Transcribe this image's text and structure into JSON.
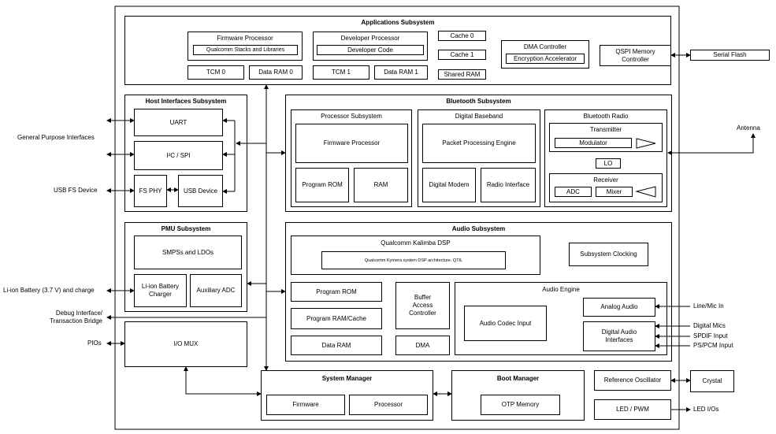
{
  "apps": {
    "title": "Applications Subsystem",
    "firmware_processor": "Firmware Processor",
    "qualcomm_stacks": "Qualcomm Stacks and Libraries",
    "developer_processor": "Developer Processor",
    "developer_code": "Developer Code",
    "cache0": "Cache 0",
    "cache1": "Cache 1",
    "shared_ram": "Shared RAM",
    "dma_controller": "DMA Controller",
    "encryption_accelerator": "Encryption Accelerator",
    "qspi": "QSPI Memory Controller",
    "tcm0": "TCM 0",
    "data_ram0": "Data RAM 0",
    "tcm1": "TCM 1",
    "data_ram1": "Data RAM 1"
  },
  "host": {
    "title": "Host Interfaces Subsystem",
    "uart": "UART",
    "i2c_spi": "I²C / SPI",
    "fs_phy": "FS PHY",
    "usb_device": "USB Device"
  },
  "bt": {
    "title": "Bluetooth Subsystem",
    "proc_title": "Processor Subsystem",
    "firmware_processor": "Firmware Processor",
    "program_rom": "Program ROM",
    "ram": "RAM",
    "dbb_title": "Digital Baseband",
    "packet_engine": "Packet Processing Engine",
    "digital_modem": "Digital Modem",
    "radio_interface": "Radio Interface",
    "radio_title": "Bluetooth Radio",
    "transmitter": "Transmitter",
    "modulator": "Modulator",
    "lo": "LO",
    "receiver": "Receiver",
    "adc": "ADC",
    "mixer": "Mixer"
  },
  "pmu": {
    "title": "PMU Subsystem",
    "smps": "SMPSs and LDOs",
    "charger": "Li-ion Battery Charger",
    "aux_adc": "Auxiliary ADC"
  },
  "iomux": "I/O MUX",
  "audio": {
    "title": "Audio Subsystem",
    "kalimba": "Qualcomm Kalimba DSP",
    "kymera": "Qualcomm Kymera system DSP architecture. QTIL",
    "clocking": "Subsystem Clocking",
    "program_rom": "Program ROM",
    "program_ram": "Program RAM/Cache",
    "data_ram": "Data RAM",
    "buffer": "Buffer Access Controller",
    "dma": "DMA",
    "engine": "Audio Engine",
    "codec": "Audio Codec Input",
    "analog_audio": "Analog Audio",
    "digital_audio": "Digital Audio Interfaces"
  },
  "sysman": {
    "title": "System Manager",
    "firmware": "Firmware",
    "processor": "Processor"
  },
  "bootman": {
    "title": "Boot Manager",
    "otp": "OTP Memory"
  },
  "ref_osc": "Reference Oscillator",
  "led_pwm": "LED / PWM",
  "external": {
    "gpi": "General Purpose Interfaces",
    "usb_fs": "USB FS Device",
    "battery": "Li-ion Battery (3.7 V) and charge",
    "debug": "Debug Interface/ Transaction Bridge",
    "pios": "PIOs",
    "serial_flash": "Serial Flash",
    "antenna": "Antenna",
    "line_mic": "Line/Mic In",
    "digital_mics": "Digital Mics",
    "spdif": "SPDIF Input",
    "pcm": "PS/PCM Input",
    "crystal": "Crystal",
    "led_ios": "LED I/Os"
  }
}
